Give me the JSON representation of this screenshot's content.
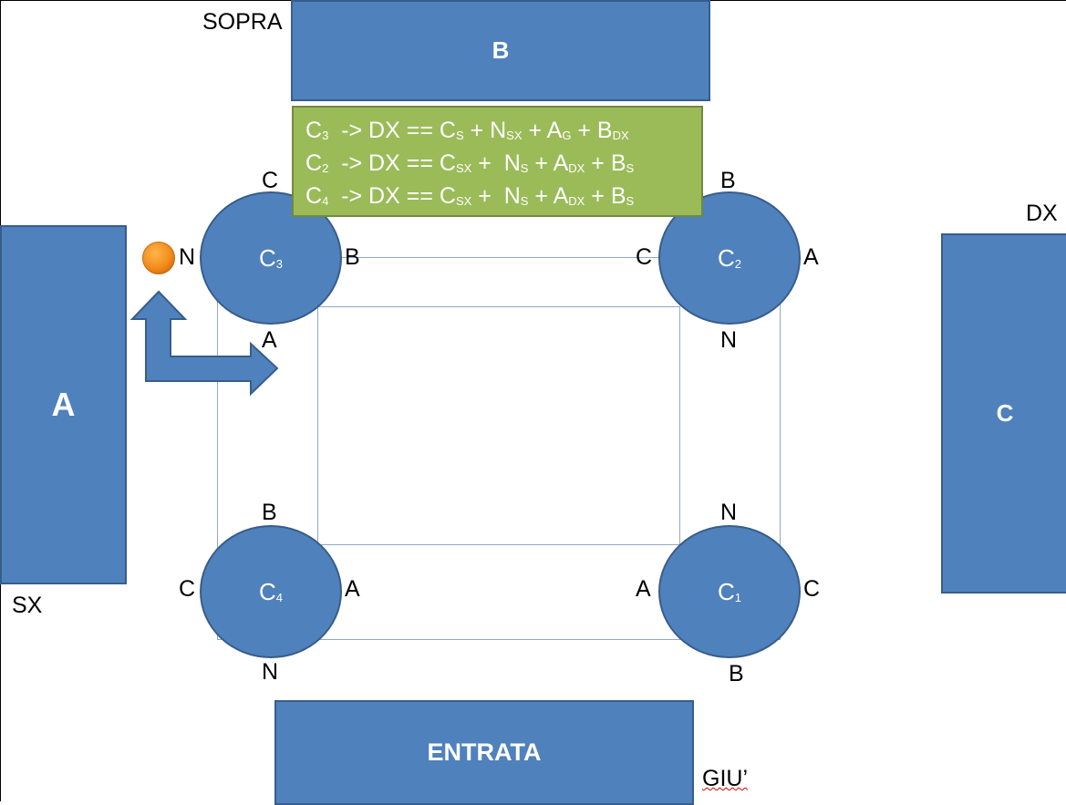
{
  "labels": {
    "sopra": "SOPRA",
    "dx": "DX",
    "sx": "SX",
    "giu": "GIU’"
  },
  "blocks": {
    "top": "B",
    "left": "A",
    "right": "C",
    "bottom": "ENTRATA"
  },
  "circles": {
    "c3": {
      "main": "C",
      "sub": "3",
      "top": "C",
      "left": "N",
      "right": "B",
      "bottom": "A"
    },
    "c2": {
      "main": "C",
      "sub": "2",
      "top": "B",
      "left": "C",
      "right": "A",
      "bottom": "N"
    },
    "c4": {
      "main": "C",
      "sub": "4",
      "top": "B",
      "left": "C",
      "right": "A",
      "bottom": "N"
    },
    "c1": {
      "main": "C",
      "sub": "1",
      "top": "N",
      "left": "A",
      "right": "C",
      "bottom": "B"
    }
  },
  "formulas": [
    {
      "c": "C",
      "cs": "3",
      "arrow": "  -> DX == ",
      "t1": "C",
      "s1": "S",
      "t2": " + N",
      "s2": "SX",
      "t3": " + A",
      "s3": "G",
      "t4": " + B",
      "s4": "DX"
    },
    {
      "c": "C",
      "cs": "2",
      "arrow": "  -> DX == ",
      "t1": "C",
      "s1": "SX",
      "t2": " +  N",
      "s2": "S",
      "t3": " + A",
      "s3": "DX",
      "t4": " + B",
      "s4": "S"
    },
    {
      "c": "C",
      "cs": "4",
      "arrow": "  -> DX == ",
      "t1": "C",
      "s1": "SX",
      "t2": " +  N",
      "s2": "S",
      "t3": " + A",
      "s3": "DX",
      "t4": " + B",
      "s4": "S"
    }
  ],
  "colors": {
    "block_fill": "#4f81bd",
    "block_border": "#385d8a",
    "formula_fill": "#9bbb59",
    "dot": "#f28b1b"
  }
}
